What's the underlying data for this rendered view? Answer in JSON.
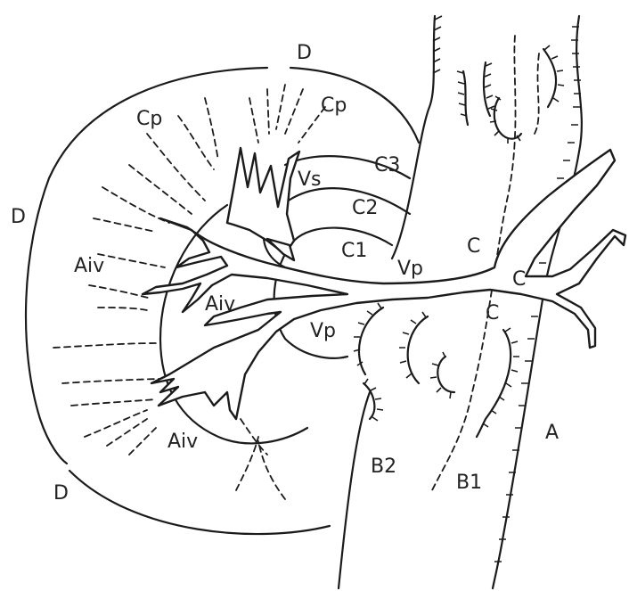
{
  "labels": {
    "d_top": "D",
    "d_left": "D",
    "d_bottom": "D",
    "cp_left": "Cp",
    "cp_right": "Cp",
    "vs": "Vs",
    "c3": "C3",
    "c2": "C2",
    "c1": "C1",
    "c_upper": "C",
    "c_mid": "C",
    "c_lower": "C",
    "vp_upper": "Vp",
    "vp_lower": "Vp",
    "aiv_left": "Aiv",
    "aiv_center": "Aiv",
    "aiv_bottom": "Aiv",
    "a": "A",
    "b1": "B1",
    "b2": "B2"
  },
  "colors": {
    "ink": "#1b1b1b",
    "paper": "#ffffff"
  }
}
